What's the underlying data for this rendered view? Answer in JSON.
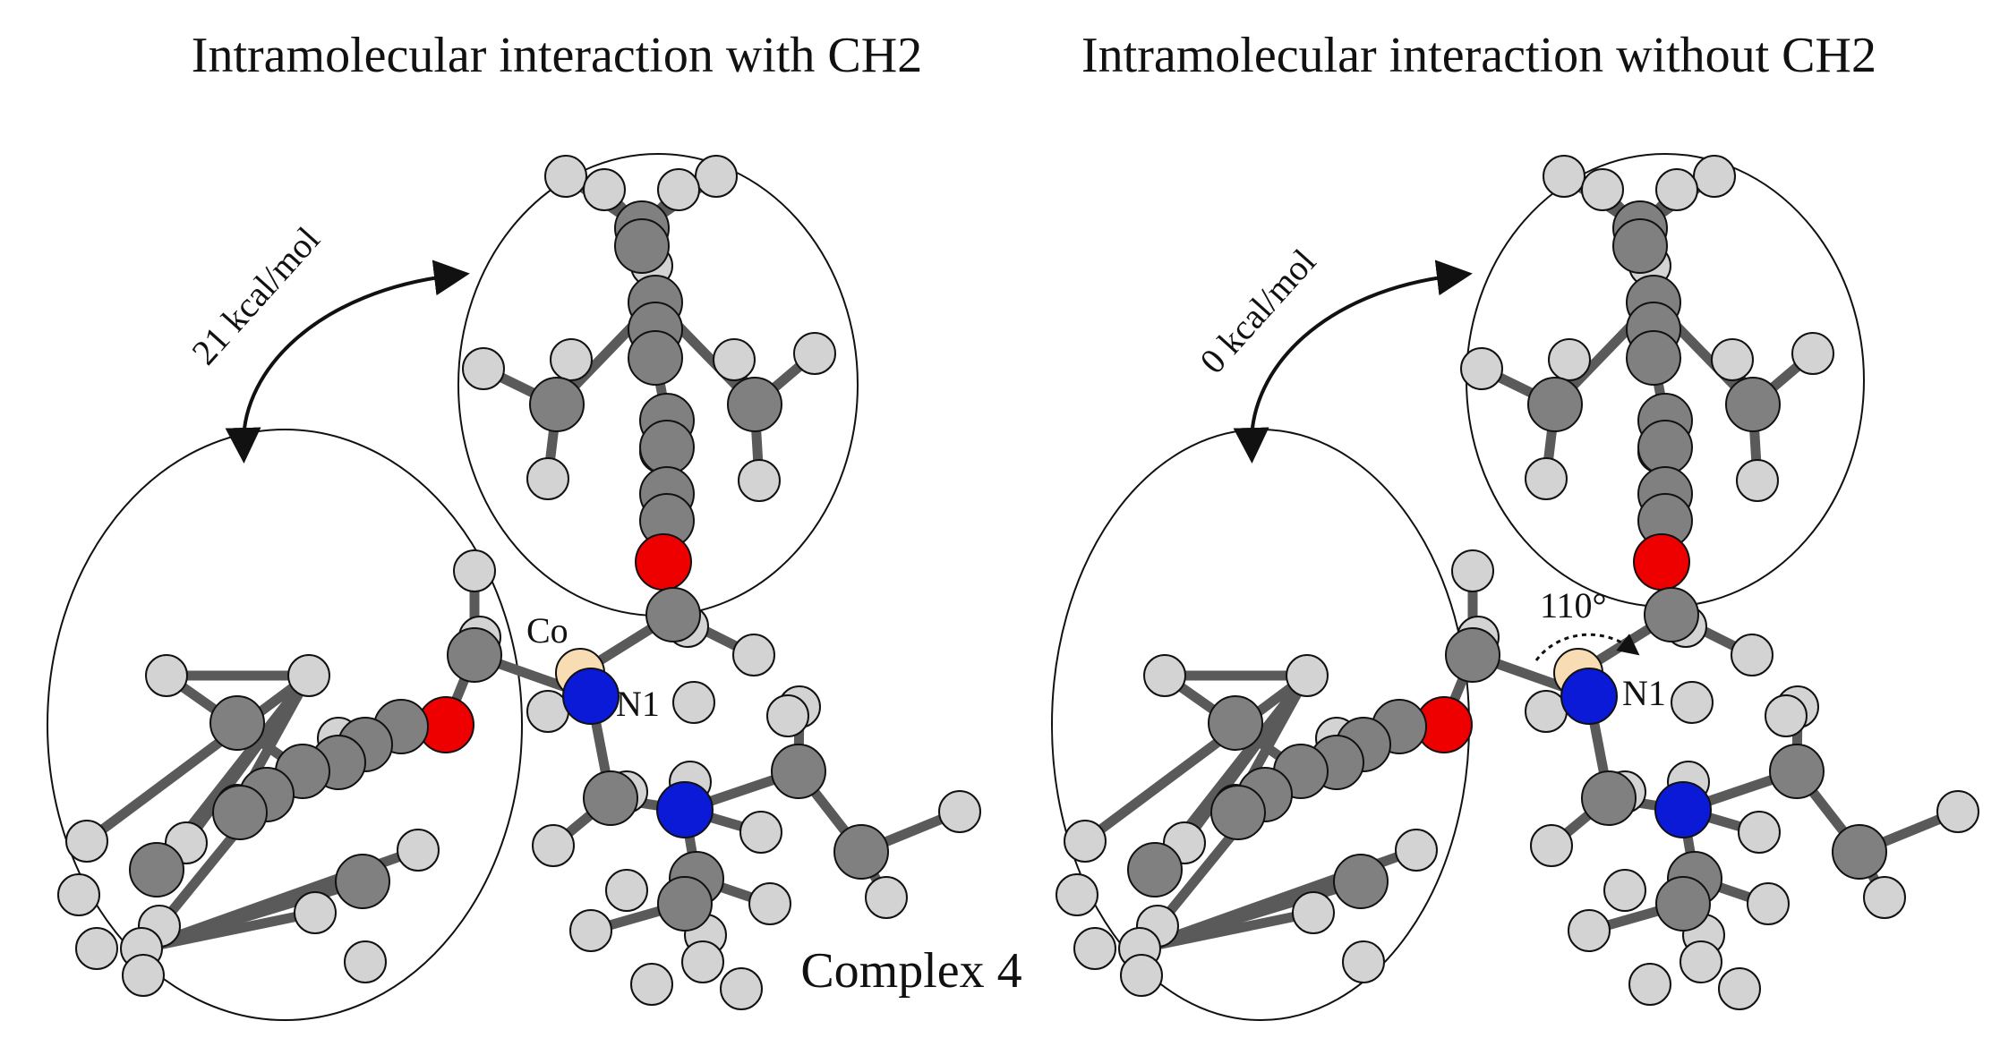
{
  "figure": {
    "left_panel": {
      "title": "Intramolecular interaction with CH2",
      "energy_label": "21 kcal/mol",
      "atom_labels": {
        "cobalt": "Co",
        "nitrogen": "N1"
      }
    },
    "right_panel": {
      "title": "Intramolecular interaction without CH2",
      "energy_label": "0 kcal/mol",
      "angle_label": "110°",
      "atom_labels": {
        "nitrogen": "N1"
      }
    },
    "caption": "Complex 4"
  },
  "colors": {
    "carbon": "#808080",
    "hydrogen": "#d3d3d3",
    "oxygen": "#ee0000",
    "nitrogen": "#0a1ad6",
    "cobalt": "#f7dcb4",
    "bond": "#5a5a5a"
  }
}
